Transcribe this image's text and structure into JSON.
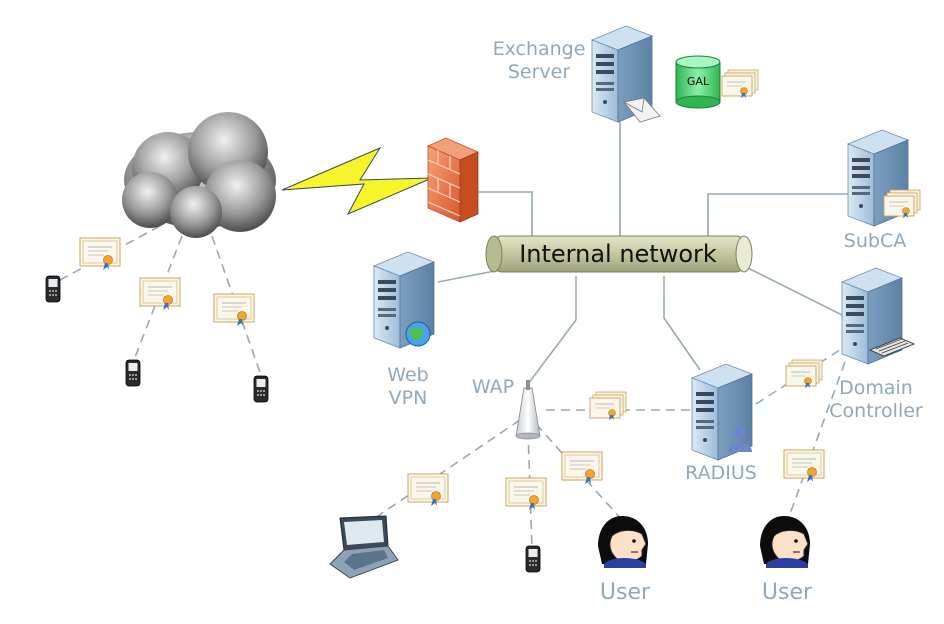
{
  "network": {
    "label": "Internal network"
  },
  "gal": {
    "label": "GAL"
  },
  "labels": {
    "exchange": "Exchange\nServer",
    "subca": "SubCA",
    "web_vpn": "Web\nVPN",
    "wap": "WAP",
    "radius": "RADIUS",
    "domain_controller": "Domain\nController",
    "user1": "User",
    "user2": "User"
  },
  "colors": {
    "label": "#8fa8bc",
    "server_body": "#a9c6e0",
    "firewall": "#e8703e",
    "bolt": "#f5f52a",
    "pipe": "#c8cba7",
    "line": "#97a9b5",
    "gal_db": "#5bd97a",
    "face": "#fce0c8"
  },
  "icons": [
    "cloud-icon",
    "lightning-bolt-icon",
    "firewall-icon",
    "server-icon",
    "database-icon",
    "certificate-icon",
    "mobile-phone-icon",
    "laptop-icon",
    "access-point-icon",
    "user-avatar-icon",
    "globe-icon",
    "mail-envelope-icon",
    "keyboard-icon",
    "person-icon"
  ]
}
